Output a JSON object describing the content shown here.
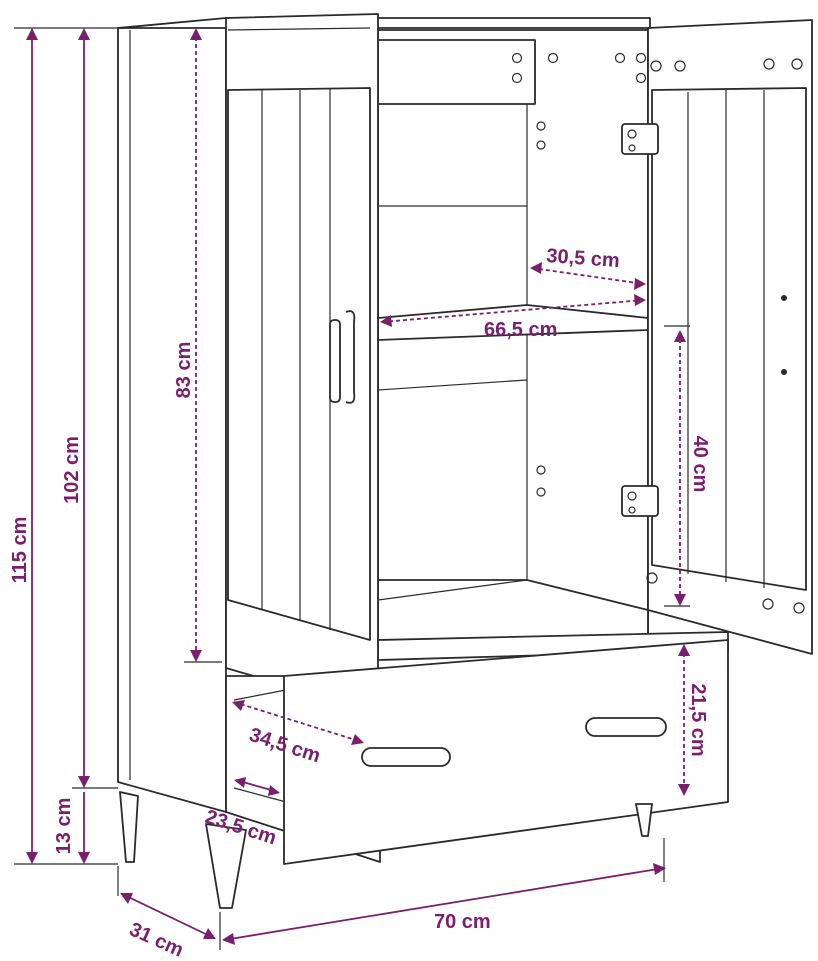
{
  "colors": {
    "dimension": "#7a1f6e",
    "outline": "#2a2a2a",
    "background": "#ffffff"
  },
  "dimensions": {
    "total_height": "115 cm",
    "body_height": "102 cm",
    "door_height": "83 cm",
    "leg_height": "13 cm",
    "shelf_depth": "30,5 cm",
    "inner_width": "66,5 cm",
    "compartment_height": "40 cm",
    "drawer_height": "21,5 cm",
    "drawer_depth": "34,5 cm",
    "drawer_inner_depth": "23,5 cm",
    "depth": "31 cm",
    "width": "70 cm"
  }
}
